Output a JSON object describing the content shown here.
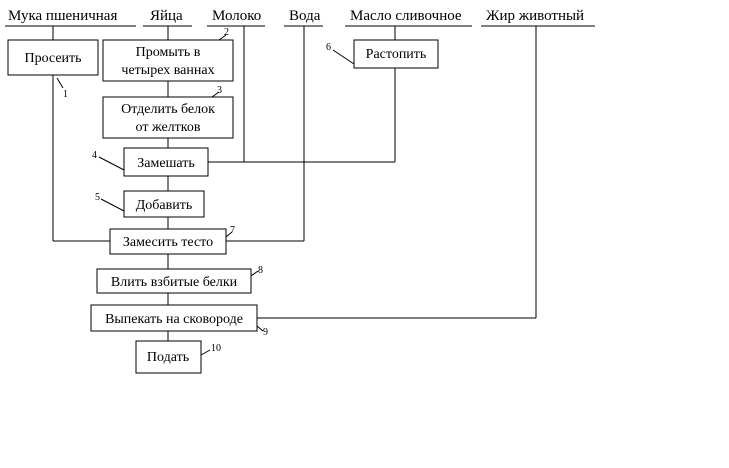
{
  "ingredients": {
    "flour": "Мука пшеничная",
    "eggs": "Яйца",
    "milk": "Молоко",
    "water": "Вода",
    "butter": "Масло сливочное",
    "fat": "Жир животный"
  },
  "steps": {
    "sift": "Просеить",
    "wash_line1": "Промыть в",
    "wash_line2": "четырех ваннах",
    "separate_line1": "Отделить белок",
    "separate_line2": "от желтков",
    "melt": "Растопить",
    "mix": "Замешать",
    "add": "Добавить",
    "knead": "Замесить тесто",
    "pour": "Влить взбитые белки",
    "bake": "Выпекать на сковороде",
    "serve": "Подать"
  },
  "step_numbers": {
    "sift": "1",
    "wash": "2",
    "separate": "3",
    "mix": "4",
    "add": "5",
    "melt": "6",
    "knead": "7",
    "pour": "8",
    "bake": "9",
    "serve": "10"
  }
}
